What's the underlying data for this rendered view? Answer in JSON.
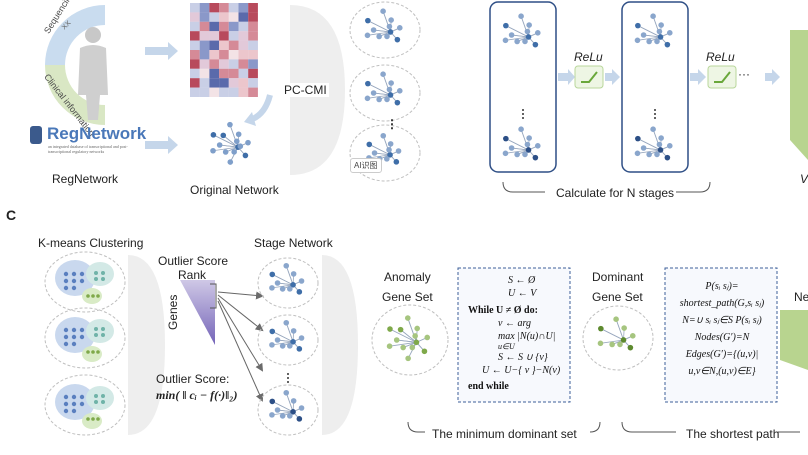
{
  "top": {
    "sequencing_label": "Sequencing information",
    "clinical_label": "Clinical information",
    "xx_label": "XX",
    "regnetwork_logo": "RegNetwork",
    "regnetwork_tagline": "an integrated database of transcriptional and post-transcriptional regulatory networks",
    "regnetwork_label": "RegNetwork",
    "original_network_label": "Original Network",
    "pccmi_label": "PC-CMI",
    "dots": "⋮",
    "relu1": "ReLu",
    "relu2": "ReLu",
    "relu_ellipsis": "···",
    "calc_label": "Calculate for N stages",
    "right_cut_label": "V",
    "ai_badge": "AI识图"
  },
  "section_c": {
    "letter": "C",
    "kmeans_label": "K-means Clustering",
    "outlier_rank_line1": "Outlier Score",
    "outlier_rank_line2": "Rank",
    "genes_label": "Genes",
    "stage_network_label": "Stage Network",
    "outlier_score_label": "Outlier Score:",
    "outlier_formula": "min( ‖ cᵢ − f(·)‖₂)",
    "anomaly_line1": "Anomaly",
    "anomaly_line2": "Gene Set",
    "dominant_line1": "Dominant",
    "dominant_line2": "Gene Set",
    "right_cut_label": "Ne",
    "algo1": [
      "S ← Ø",
      "U ← V",
      "While U ≠ Ø do:",
      "v ← arg",
      "max |N(u)∩U|",
      "u∈U",
      "S ← S ∪ {v}",
      "U ← U−{ v }−N(v)",
      "end while"
    ],
    "algo2": [
      "P(sᵢ sⱼ)=",
      "shortest_path(G,sᵢ sⱼ)",
      "N=∪ sᵢ sⱼ∈S  P(sᵢ sⱼ)",
      "Nodes(G′)=N",
      "Edges(G′)={(u,v)|",
      "u,v∈N,(u,v)∈E}"
    ],
    "min_dom_label": "The minimum dominant set",
    "shortest_label": "The shortest path"
  },
  "colors": {
    "arrow": "#c5d6ea",
    "blue_node": "#3f6ea8",
    "green_node": "#7fa94a",
    "dash_blue": "#3d5f99",
    "relu_green": "#6aa83b"
  }
}
